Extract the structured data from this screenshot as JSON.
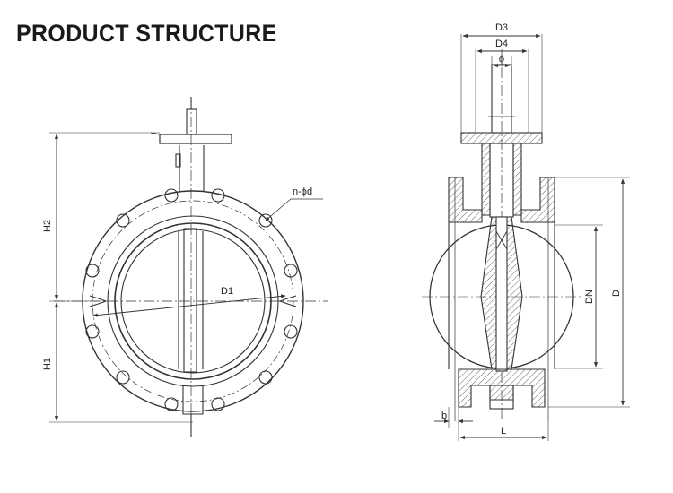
{
  "title": "PRODUCT STRUCTURE",
  "front_view": {
    "labels": {
      "h2": "H2",
      "h1": "H1",
      "d1": "D1",
      "bolt_holes": "n-ϕd"
    }
  },
  "side_view": {
    "labels": {
      "d3": "D3",
      "d4": "D4",
      "phi": "ϕ",
      "dn": "DN",
      "d": "D",
      "b": "b",
      "l": "L"
    }
  },
  "colors": {
    "line": "#333333",
    "hatch": "#555555",
    "background": "#ffffff"
  }
}
